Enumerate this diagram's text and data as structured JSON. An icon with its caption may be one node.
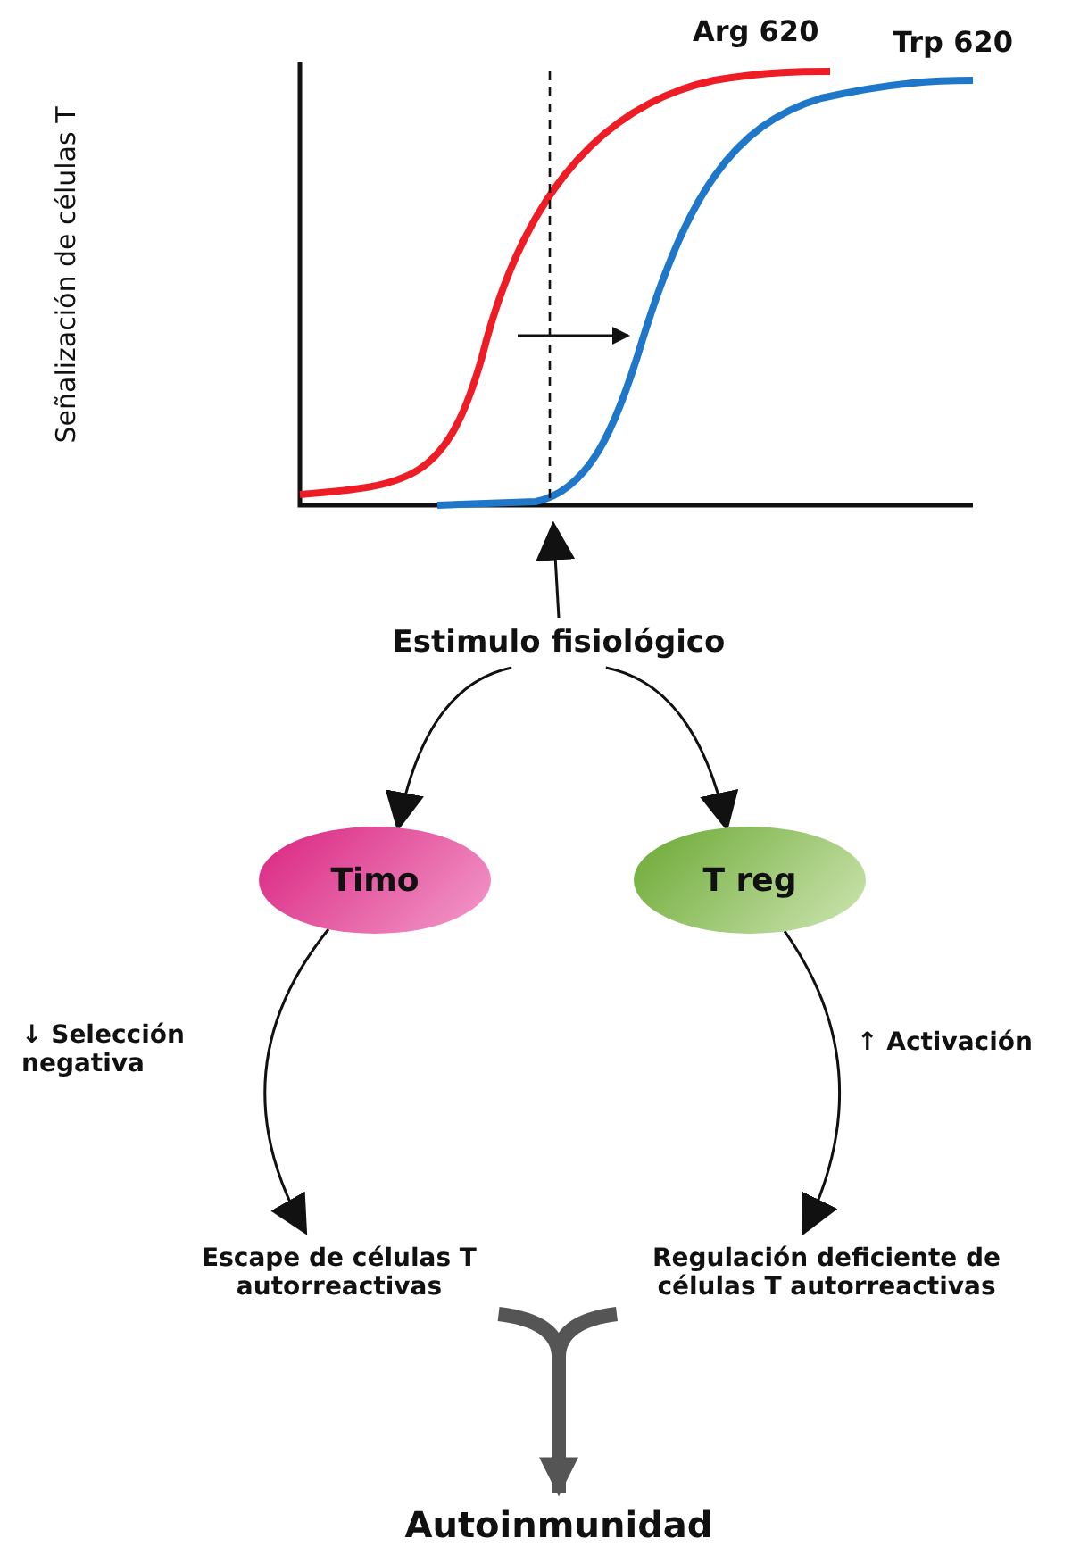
{
  "diagram": {
    "nodes": [
      {
        "text": [
          "Estimulo fisiológico"
        ]
      },
      {
        "text": [
          "Timo"
        ]
      },
      {
        "text": [
          "T reg"
        ]
      },
      {
        "text": [
          "Escape de células T autorreactivas"
        ]
      },
      {
        "text": [
          "Regulación deficiente de células T autorreactivas"
        ]
      },
      {
        "text": [
          "Autoinmunidad"
        ]
      }
    ],
    "edges": [
      {
        "from": 0,
        "to": null,
        "arrow": "to"
      },
      {
        "from": 0,
        "to": 1,
        "arrow": "to"
      },
      {
        "from": 0,
        "to": 2,
        "arrow": "to"
      },
      {
        "from": 1,
        "to": 3,
        "arrow": "to",
        "label": "↓ Selección negativa"
      },
      {
        "from": 2,
        "to": 4,
        "arrow": "to",
        "label": "↑ Activación"
      },
      {
        "from": 3,
        "to": 5,
        "arrow": "to",
        "style": "thick",
        "color": "#555555"
      },
      {
        "from": 4,
        "to": 5,
        "arrow": "to",
        "style": "thick",
        "color": "#555555"
      }
    ],
    "labels": [
      "Señalización de células T",
      "Arg 620",
      "Trp 620"
    ]
  }
}
